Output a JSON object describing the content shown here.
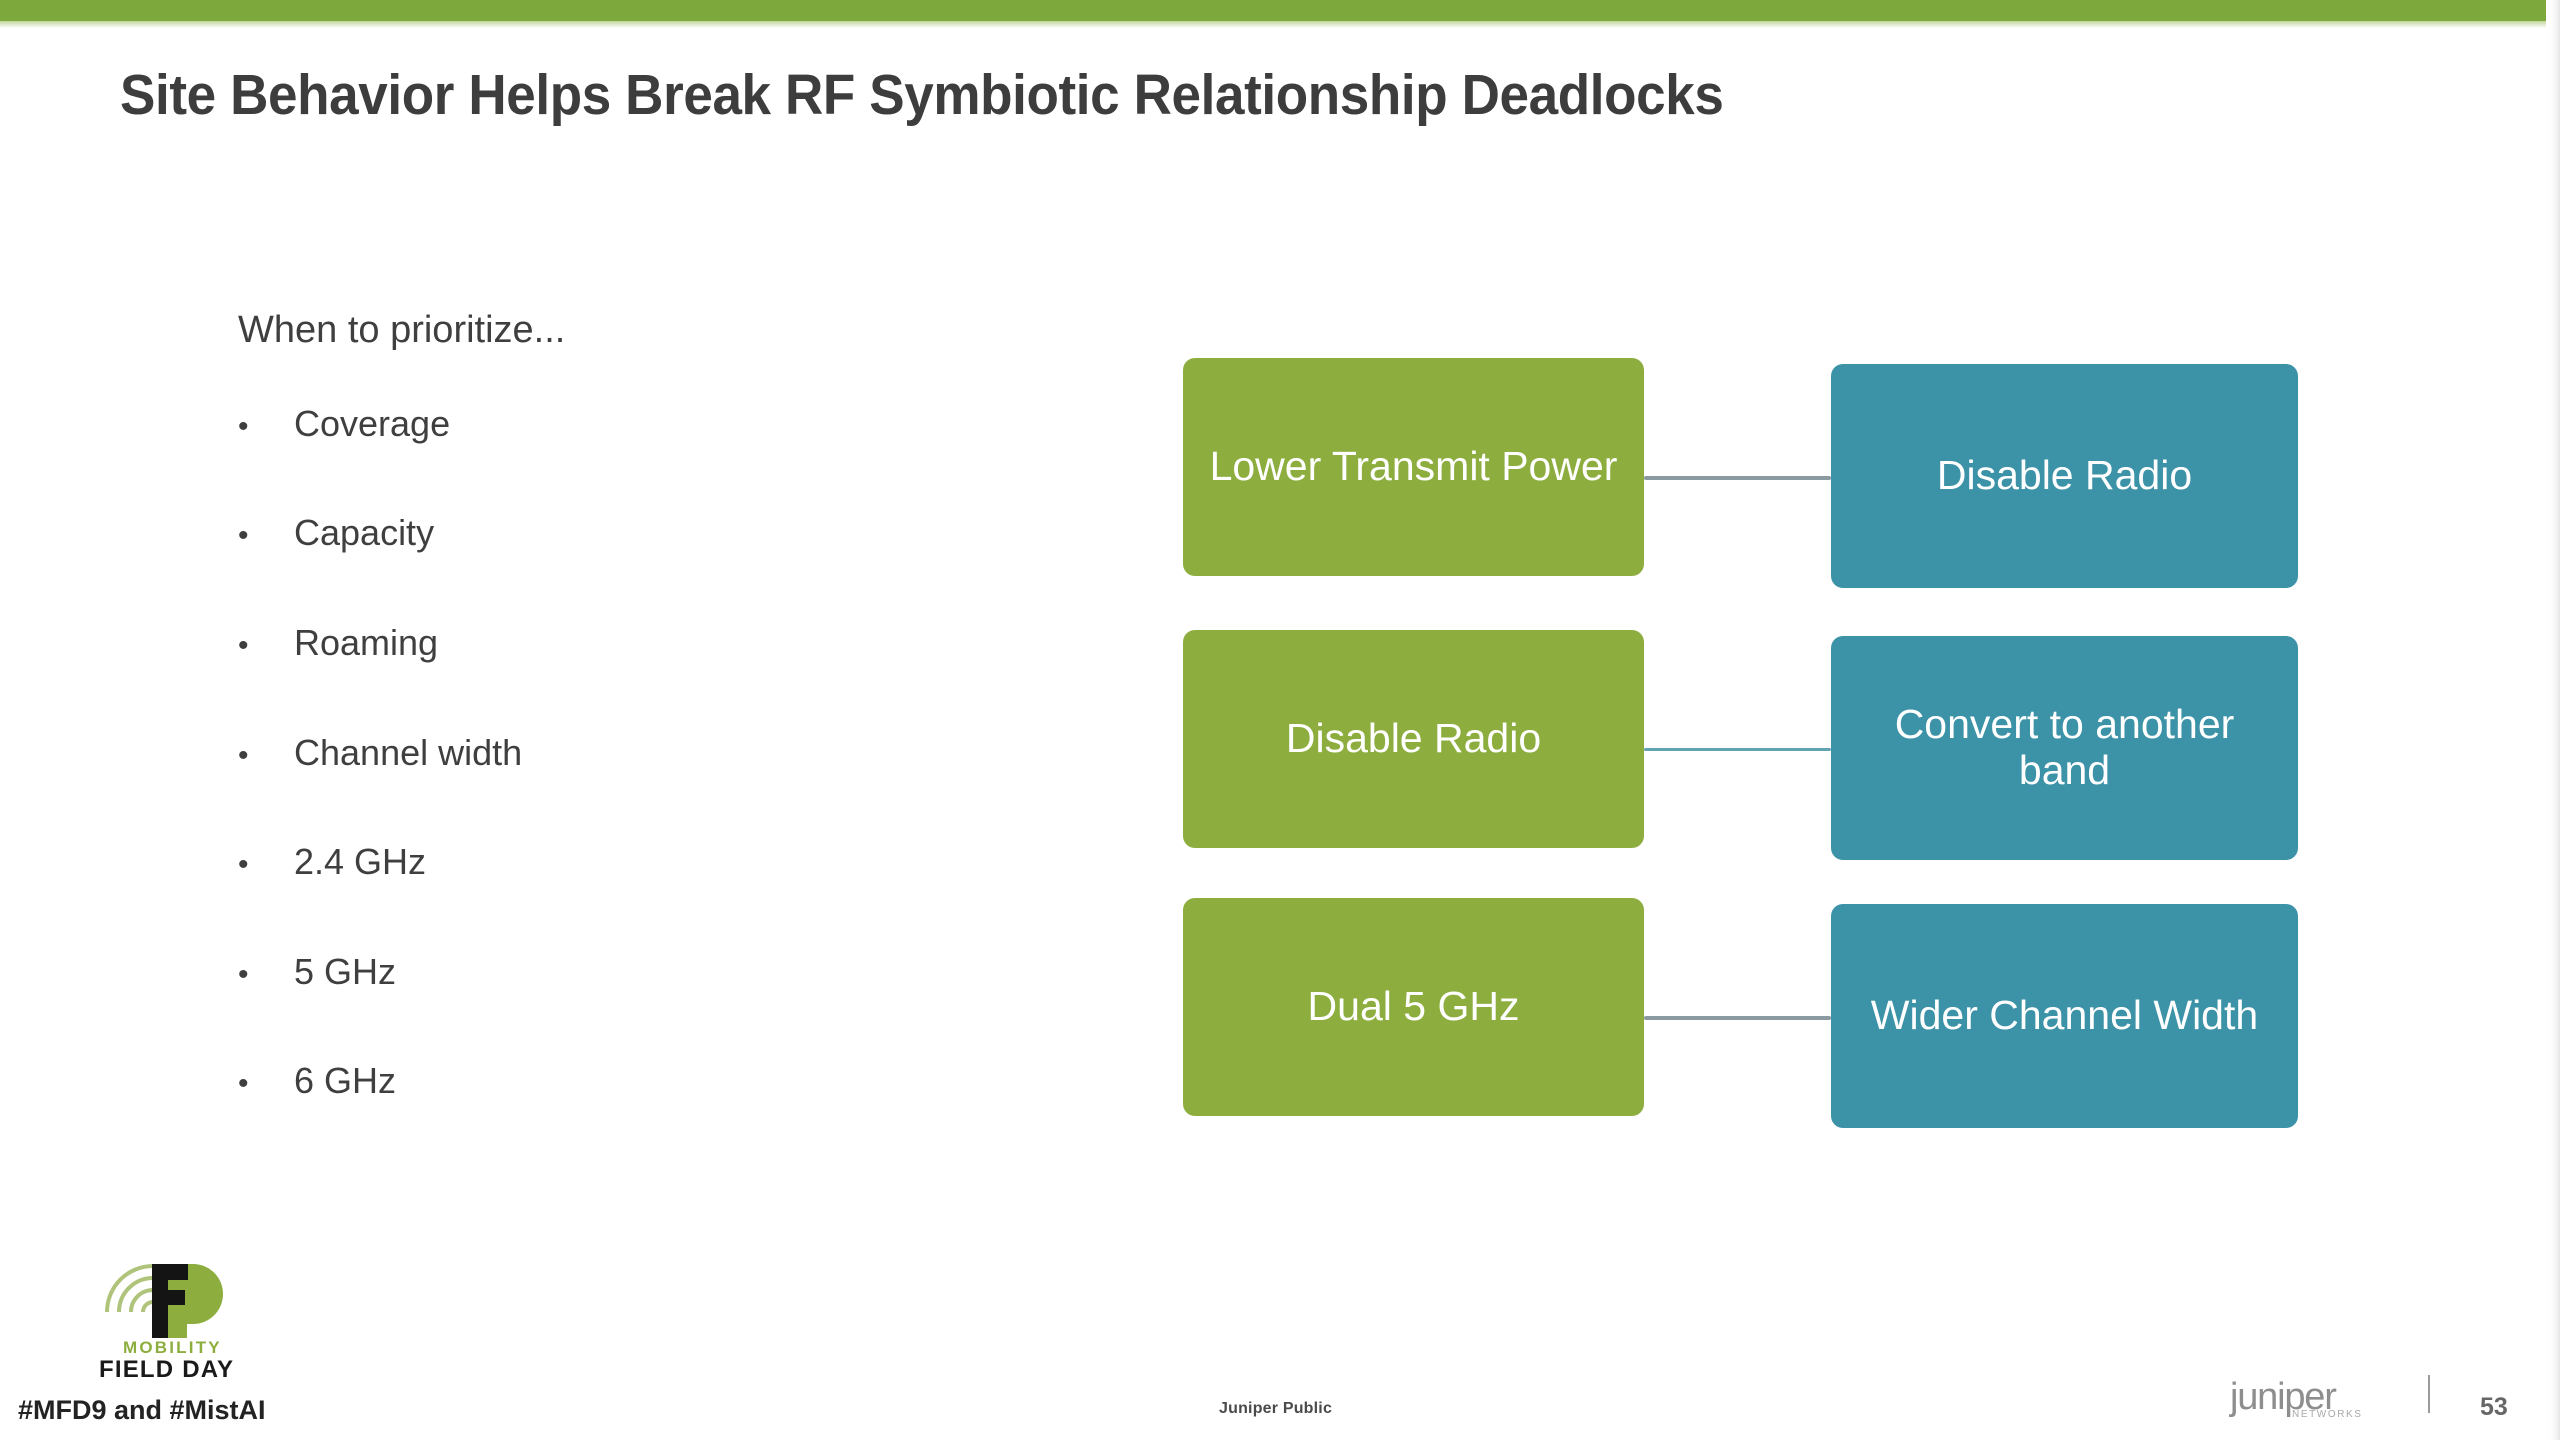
{
  "slide": {
    "title": "Site Behavior Helps Break RF Symbiotic Relationship Deadlocks",
    "accent_color_top_bar": "#7DA93C",
    "background_color": "#FFFFFF",
    "title_color": "#3D3D3D"
  },
  "left_panel": {
    "lead_text": "When to prioritize...",
    "bullet_glyph": "•",
    "bullets": [
      {
        "label": "Coverage"
      },
      {
        "label": "Capacity"
      },
      {
        "label": "Roaming"
      },
      {
        "label": "Channel width"
      },
      {
        "label": "2.4 GHz"
      },
      {
        "label": "5 GHz"
      },
      {
        "label": "6 GHz"
      }
    ]
  },
  "diagram": {
    "left_node_color": "#8DAE3F",
    "right_node_color": "#3C92A7",
    "connector_color": "#8A9AA0",
    "rows": [
      {
        "left": "Lower Transmit Power",
        "right": "Disable Radio"
      },
      {
        "left": "Disable Radio",
        "right": "Convert to another band"
      },
      {
        "left": "Dual 5 GHz",
        "right": "Wider Channel Width"
      }
    ]
  },
  "footer": {
    "mfd_logo": {
      "letter": "F",
      "line1": "MOBILITY",
      "line2": "FIELD DAY",
      "green": "#8DAE3F"
    },
    "hashtags": "#MFD9 and #MistAI",
    "classification": "Juniper Public",
    "brand": {
      "wordmark": "juniper",
      "sub": "NETWORKS"
    },
    "slide_number": "53"
  }
}
